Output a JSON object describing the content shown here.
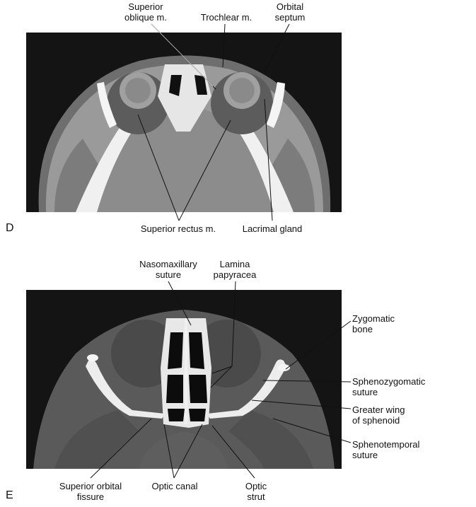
{
  "panel_d": {
    "letter": "D",
    "labels": {
      "superior_oblique": [
        "Superior",
        "oblique m."
      ],
      "trochlear": "Trochlear m.",
      "orbital_septum": [
        "Orbital",
        "septum"
      ],
      "superior_rectus": "Superior rectus m.",
      "lacrimal_gland": "Lacrimal gland"
    }
  },
  "panel_e": {
    "letter": "E",
    "labels": {
      "nasomaxillary": [
        "Nasomaxillary",
        "suture"
      ],
      "lamina": [
        "Lamina",
        "papyracea"
      ],
      "zygomatic_bone": [
        "Zygomatic",
        "bone"
      ],
      "sphenozygomatic": [
        "Sphenozygomatic",
        "suture"
      ],
      "greater_wing": [
        "Greater wing",
        "of sphenoid"
      ],
      "sphenotemporal": [
        "Sphenotemporal",
        "suture"
      ],
      "superior_orbital_fissure": [
        "Superior orbital",
        "fissure"
      ],
      "optic_canal": "Optic canal",
      "optic_strut": [
        "Optic",
        "strut"
      ]
    }
  },
  "colors": {
    "ct_background": "#141414",
    "soft_tissue": "#8a8a8a",
    "bone": "#f2f2f2",
    "leader_line": "#ffffff"
  }
}
